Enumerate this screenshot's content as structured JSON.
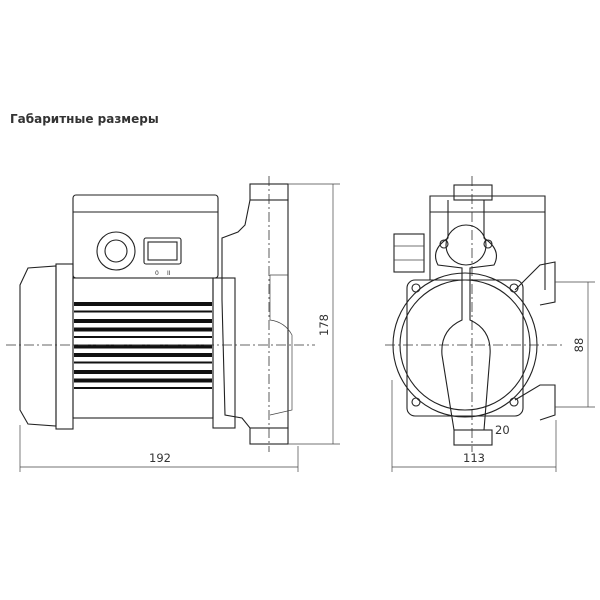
{
  "title": "Габаритные размеры",
  "dimensions": {
    "length": "192",
    "height": "178",
    "width": "113",
    "port_spacing": "88",
    "port_offset": "20"
  },
  "switch_labels": {
    "off": "0",
    "on": "II"
  }
}
